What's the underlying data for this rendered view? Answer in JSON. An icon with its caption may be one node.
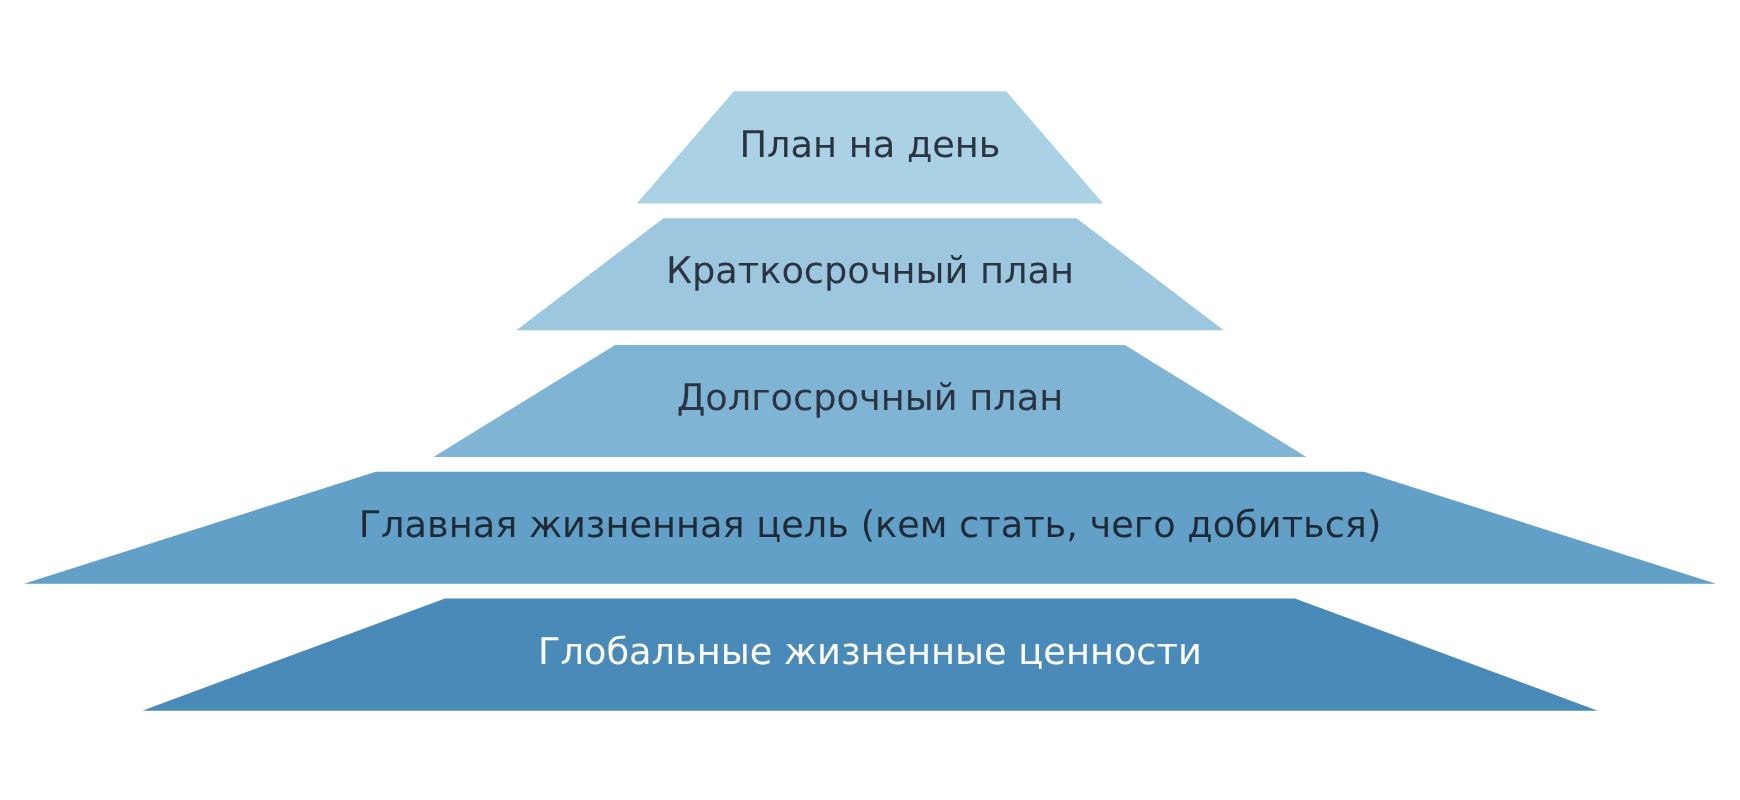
{
  "diagram": {
    "nodes": [
      {
        "text": [
          "План на день"
        ]
      },
      {
        "text": [
          "Краткосрочный план"
        ]
      },
      {
        "text": [
          "Долгосрочный план"
        ]
      },
      {
        "text": [
          "Главная жизненная цель (кем стать, чего добиться)"
        ]
      },
      {
        "text": [
          "Глобальные жизненные ценности"
        ]
      }
    ]
  }
}
